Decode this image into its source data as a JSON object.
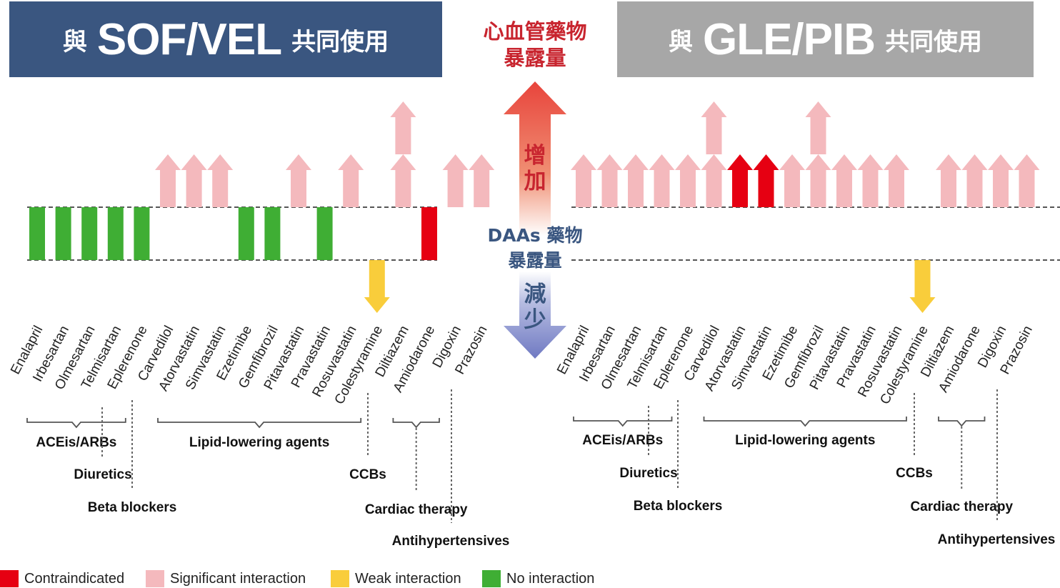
{
  "header_left": {
    "prefix": "與",
    "main": "SOF/VEL",
    "suffix": "共同使用"
  },
  "header_right": {
    "prefix": "與",
    "main": "GLE/PIB",
    "suffix": "共同使用"
  },
  "center": {
    "top_line1": "心血管藥物",
    "top_line2": "暴露量",
    "increase_1": "增",
    "increase_2": "加",
    "mid_line1": "DAAs 藥物",
    "mid_line2": "暴露量",
    "decrease_1": "減",
    "decrease_2": "少"
  },
  "colors": {
    "contraindicated": "#e60012",
    "significant": "#f4b9bd",
    "weak": "#f9cd3b",
    "none": "#3fae34",
    "header_left_bg": "#3a5680",
    "header_right_bg": "#a7a7a7",
    "center_red_text": "#c8252f",
    "center_blue_text": "#3a5680"
  },
  "panels": [
    {
      "drugs": [
        {
          "name": "Enalapril",
          "effect": "none",
          "arrows": 0
        },
        {
          "name": "Irbesartan",
          "effect": "none",
          "arrows": 0
        },
        {
          "name": "Olmesartan",
          "effect": "none",
          "arrows": 0
        },
        {
          "name": "Telmisartan",
          "effect": "none",
          "arrows": 0
        },
        {
          "name": "Eplerenone",
          "effect": "none",
          "arrows": 0
        },
        {
          "name": "Carvedilol",
          "effect": "significant",
          "arrows": 1
        },
        {
          "name": "Atorvastatin",
          "effect": "significant",
          "arrows": 1
        },
        {
          "name": "Simvastatin",
          "effect": "significant",
          "arrows": 1
        },
        {
          "name": "Ezetimibe",
          "effect": "none",
          "arrows": 0
        },
        {
          "name": "Gemfibrozil",
          "effect": "none",
          "arrows": 0
        },
        {
          "name": "Pitavastatin",
          "effect": "significant",
          "arrows": 1
        },
        {
          "name": "Pravastatin",
          "effect": "none",
          "arrows": 0
        },
        {
          "name": "Rosuvastatin",
          "effect": "significant",
          "arrows": 1
        },
        {
          "name": "Colestyramine",
          "effect": "weak",
          "arrows": -1
        },
        {
          "name": "Diltiazem",
          "effect": "significant",
          "arrows": 2
        },
        {
          "name": "Amiodarone",
          "effect": "contraindicated",
          "arrows": 0
        },
        {
          "name": "Digoxin",
          "effect": "significant",
          "arrows": 1
        },
        {
          "name": "Prazosin",
          "effect": "significant",
          "arrows": 1
        }
      ],
      "groups": [
        {
          "label": "ACEis/ARBs"
        },
        {
          "label": "Diuretics"
        },
        {
          "label": "Beta blockers"
        },
        {
          "label": "Lipid-lowering agents"
        },
        {
          "label": "CCBs"
        },
        {
          "label": "Cardiac therapy"
        },
        {
          "label": "Antihypertensives"
        }
      ]
    },
    {
      "drugs": [
        {
          "name": "Enalapril",
          "effect": "significant",
          "arrows": 1
        },
        {
          "name": "Irbesartan",
          "effect": "significant",
          "arrows": 1
        },
        {
          "name": "Olmesartan",
          "effect": "significant",
          "arrows": 1
        },
        {
          "name": "Telmisartan",
          "effect": "significant",
          "arrows": 1
        },
        {
          "name": "Eplerenone",
          "effect": "significant",
          "arrows": 1
        },
        {
          "name": "Carvedilol",
          "effect": "significant",
          "arrows": 2
        },
        {
          "name": "Atorvastatin",
          "effect": "contraindicated",
          "arrows": 1
        },
        {
          "name": "Simvastatin",
          "effect": "contraindicated",
          "arrows": 1
        },
        {
          "name": "Ezetimibe",
          "effect": "significant",
          "arrows": 1
        },
        {
          "name": "Gemfibrozil",
          "effect": "significant",
          "arrows": 2
        },
        {
          "name": "Pitavastatin",
          "effect": "significant",
          "arrows": 1
        },
        {
          "name": "Pravastatin",
          "effect": "significant",
          "arrows": 1
        },
        {
          "name": "Rosuvastatin",
          "effect": "significant",
          "arrows": 1
        },
        {
          "name": "Colestyramine",
          "effect": "weak",
          "arrows": -1
        },
        {
          "name": "Diltiazem",
          "effect": "significant",
          "arrows": 1
        },
        {
          "name": "Amiodarone",
          "effect": "significant",
          "arrows": 1
        },
        {
          "name": "Digoxin",
          "effect": "significant",
          "arrows": 1
        },
        {
          "name": "Prazosin",
          "effect": "significant",
          "arrows": 1
        }
      ],
      "groups": [
        {
          "label": "ACEis/ARBs"
        },
        {
          "label": "Diuretics"
        },
        {
          "label": "Beta blockers"
        },
        {
          "label": "Lipid-lowering agents"
        },
        {
          "label": "CCBs"
        },
        {
          "label": "Cardiac therapy"
        },
        {
          "label": "Antihypertensives"
        }
      ]
    }
  ],
  "legend": [
    {
      "key": "contraindicated",
      "label": "Contraindicated"
    },
    {
      "key": "significant",
      "label": "Significant interaction"
    },
    {
      "key": "weak",
      "label": "Weak interaction"
    },
    {
      "key": "none",
      "label": "No interaction"
    }
  ]
}
